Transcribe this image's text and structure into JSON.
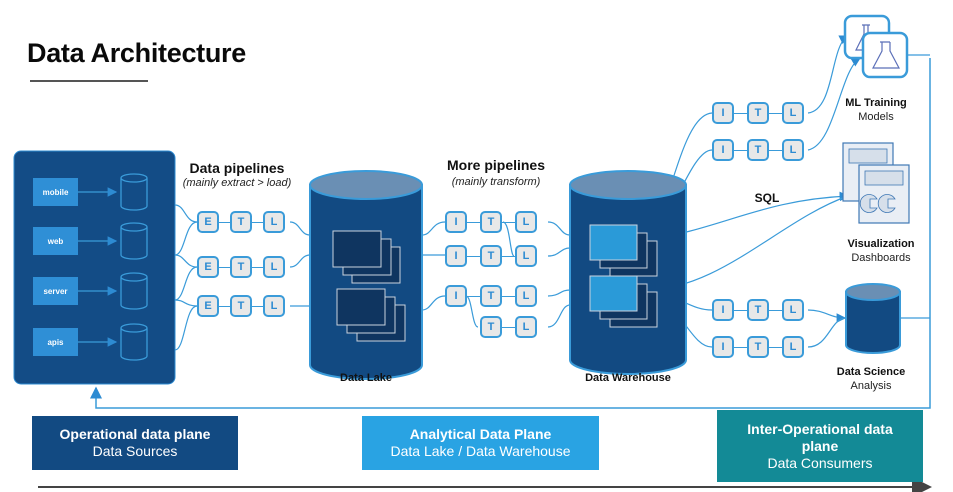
{
  "title": "Data Architecture",
  "colors": {
    "navy": "#124a82",
    "panel": "#134c86",
    "accent": "#3a9bd9",
    "light_blue": "#29a3e3",
    "teal": "#138a96",
    "step_fill": "#e8e8e8"
  },
  "sources": {
    "items": [
      {
        "label": "mobile"
      },
      {
        "label": "web"
      },
      {
        "label": "server"
      },
      {
        "label": "apis"
      }
    ]
  },
  "pipelines_el": {
    "title": "Data pipelines",
    "subtitle": "(mainly extract > load)",
    "rows": [
      [
        "E",
        "T",
        "L"
      ],
      [
        "E",
        "T",
        "L"
      ],
      [
        "E",
        "T",
        "L"
      ]
    ]
  },
  "pipelines_t": {
    "title": "More pipelines",
    "subtitle": "(mainly transform)",
    "rows": [
      [
        "I",
        "T",
        "L"
      ],
      [
        "I",
        "T",
        "L"
      ],
      [
        "I",
        "T",
        "L"
      ],
      [
        "T",
        "L"
      ]
    ]
  },
  "data_lake": {
    "label": "Data Lake"
  },
  "data_warehouse": {
    "label": "Data Warehouse"
  },
  "consumer_pipelines": {
    "rows": [
      [
        "I",
        "T",
        "L"
      ],
      [
        "I",
        "T",
        "L"
      ],
      [
        "I",
        "T",
        "L"
      ],
      [
        "I",
        "T",
        "L"
      ]
    ]
  },
  "sql_label": "SQL",
  "consumers": {
    "ml": {
      "title": "ML Training",
      "subtitle": "Models",
      "icon": "flask-icon"
    },
    "viz": {
      "title": "Visualization",
      "subtitle": "Dashboards",
      "icon": "dashboard-icon"
    },
    "ds": {
      "title": "Data Science",
      "subtitle": "Analysis",
      "icon": "database-icon"
    }
  },
  "planes": [
    {
      "title": "Operational data plane",
      "subtitle": "Data Sources"
    },
    {
      "title": "Analytical Data Plane",
      "subtitle": "Data Lake / Data Warehouse"
    },
    {
      "title": "Inter-Operational data plane",
      "subtitle": "Data Consumers"
    }
  ]
}
